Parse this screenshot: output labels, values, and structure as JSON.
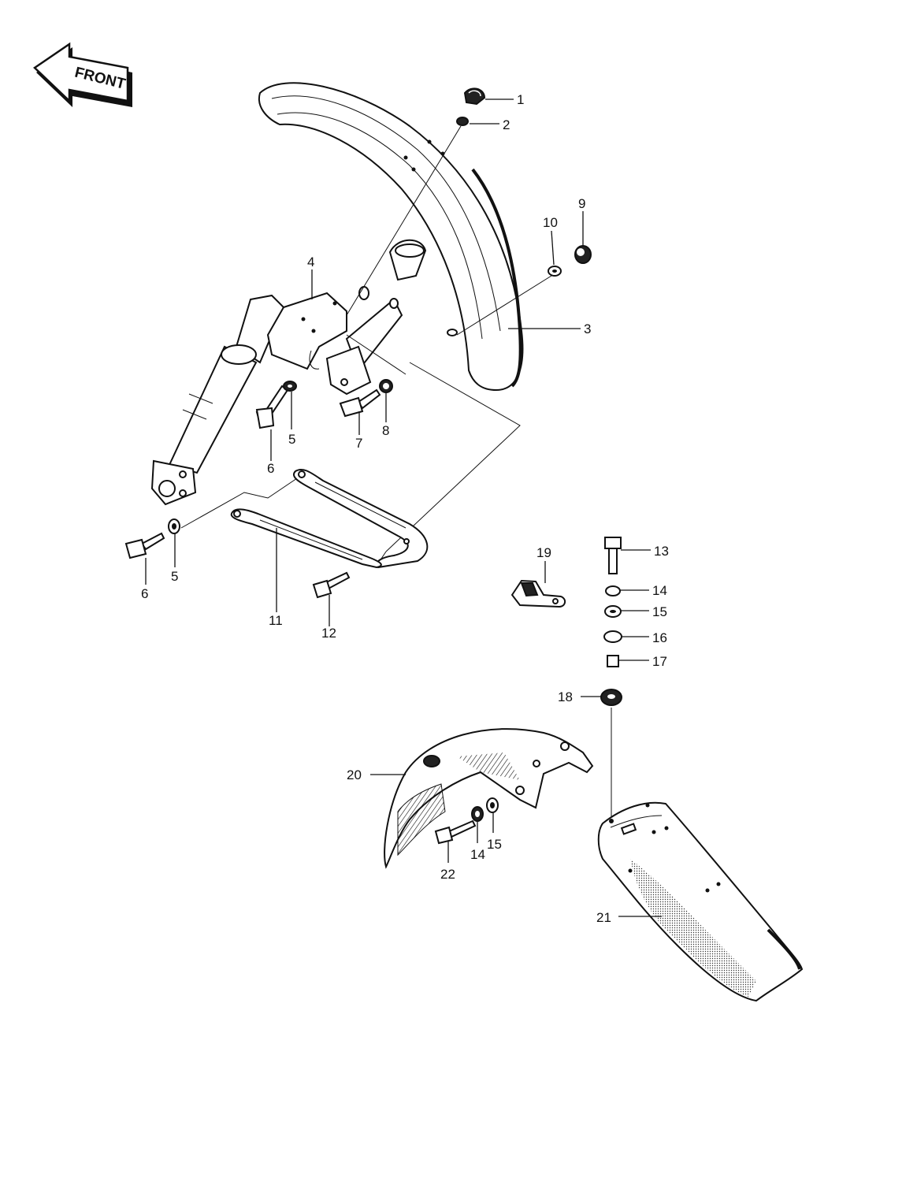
{
  "badge": {
    "text": "FRONT"
  },
  "callouts": [
    {
      "id": "c1",
      "text": "1"
    },
    {
      "id": "c2",
      "text": "2"
    },
    {
      "id": "c3",
      "text": "3"
    },
    {
      "id": "c4",
      "text": "4"
    },
    {
      "id": "c5a",
      "text": "5"
    },
    {
      "id": "c6a",
      "text": "6"
    },
    {
      "id": "c7",
      "text": "7"
    },
    {
      "id": "c8",
      "text": "8"
    },
    {
      "id": "c9",
      "text": "9"
    },
    {
      "id": "c10",
      "text": "10"
    },
    {
      "id": "c11",
      "text": "11"
    },
    {
      "id": "c12",
      "text": "12"
    },
    {
      "id": "c5b",
      "text": "5"
    },
    {
      "id": "c6b",
      "text": "6"
    },
    {
      "id": "c13",
      "text": "13"
    },
    {
      "id": "c14a",
      "text": "14"
    },
    {
      "id": "c15a",
      "text": "15"
    },
    {
      "id": "c16",
      "text": "16"
    },
    {
      "id": "c17",
      "text": "17"
    },
    {
      "id": "c18",
      "text": "18"
    },
    {
      "id": "c19",
      "text": "19"
    },
    {
      "id": "c20",
      "text": "20"
    },
    {
      "id": "c21",
      "text": "21"
    },
    {
      "id": "c22",
      "text": "22"
    },
    {
      "id": "c14b",
      "text": "14"
    },
    {
      "id": "c15b",
      "text": "15"
    }
  ]
}
